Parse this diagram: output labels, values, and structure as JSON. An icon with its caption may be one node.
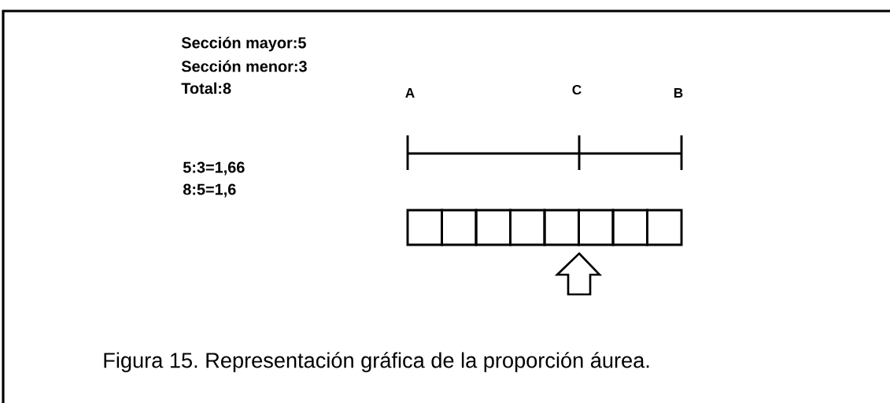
{
  "diagram": {
    "caption": "Figura 15. Representación gráfica de la proporción áurea.",
    "nodes": [
      {
        "text": [],
        "shape": "box"
      },
      {
        "text": [],
        "shape": "box"
      },
      {
        "text": [],
        "shape": "box"
      },
      {
        "text": [],
        "shape": "box"
      },
      {
        "text": [],
        "shape": "box"
      },
      {
        "text": [],
        "shape": "box"
      },
      {
        "text": [],
        "shape": "box"
      },
      {
        "text": [],
        "shape": "box"
      }
    ],
    "labels": [
      "Sección mayor:5",
      "Sección menor:3",
      "Total:8",
      "A",
      "C",
      "B",
      "5:3=1,66",
      "8:5=1,6"
    ]
  }
}
